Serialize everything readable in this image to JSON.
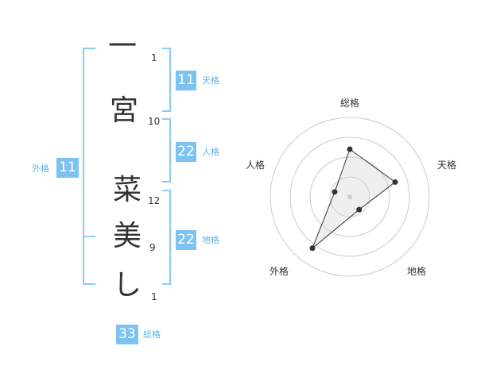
{
  "name": {
    "characters": [
      {
        "char": "一",
        "strokes": "1"
      },
      {
        "char": "宮",
        "strokes": "10"
      },
      {
        "char": "菜",
        "strokes": "12"
      },
      {
        "char": "美",
        "strokes": "9"
      },
      {
        "char": "し",
        "strokes": "1"
      }
    ]
  },
  "fortunes": {
    "tenkaku": {
      "value": "11",
      "label": "天格"
    },
    "jinkaku": {
      "value": "22",
      "label": "人格"
    },
    "chikaku": {
      "value": "22",
      "label": "地格"
    },
    "gaikaku": {
      "value": "11",
      "label": "外格"
    },
    "soukaku": {
      "value": "33",
      "label": "総格"
    }
  },
  "radar": {
    "axes": [
      "総格",
      "天格",
      "地格",
      "外格",
      "人格"
    ],
    "levels": 4,
    "values": [
      3,
      3,
      1,
      4,
      1
    ],
    "max": 5
  },
  "colors": {
    "accent": "#7dc3f2",
    "accent_text": "#59b3e8",
    "bracket": "#8ccbf4",
    "text": "#333333"
  }
}
